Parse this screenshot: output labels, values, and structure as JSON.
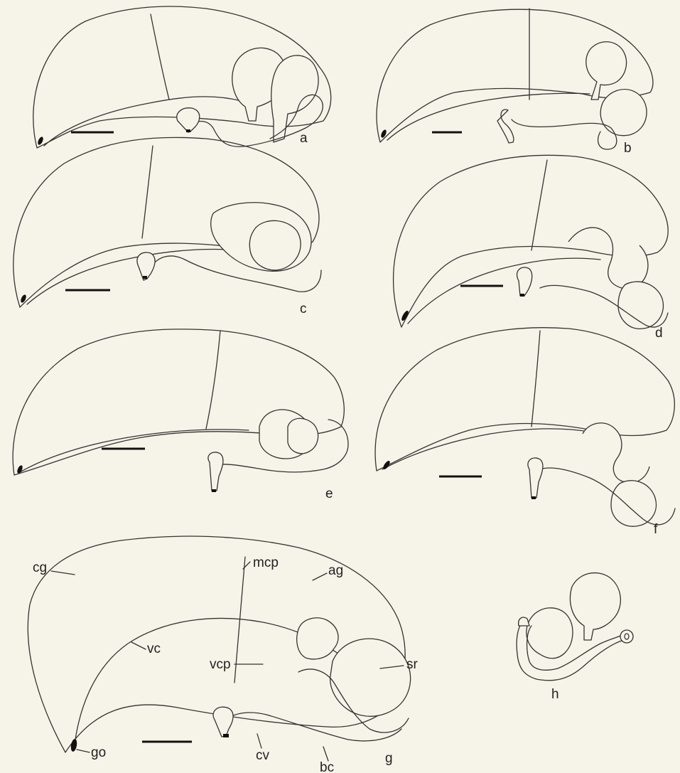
{
  "panels": [
    {
      "id": "a",
      "label": "a"
    },
    {
      "id": "b",
      "label": "b"
    },
    {
      "id": "c",
      "label": "c"
    },
    {
      "id": "d",
      "label": "d"
    },
    {
      "id": "e",
      "label": "e"
    },
    {
      "id": "f",
      "label": "f"
    },
    {
      "id": "g",
      "label": "g"
    },
    {
      "id": "h",
      "label": "h"
    }
  ],
  "annotations": {
    "mcp": "mcp",
    "ag": "ag",
    "cg": "cg",
    "vc": "vc",
    "vcp": "vcp",
    "sr": "sr",
    "go": "go",
    "cv": "cv",
    "bc": "bc"
  },
  "colors": {
    "background": "#f6f3e8",
    "ink": "#333333"
  }
}
